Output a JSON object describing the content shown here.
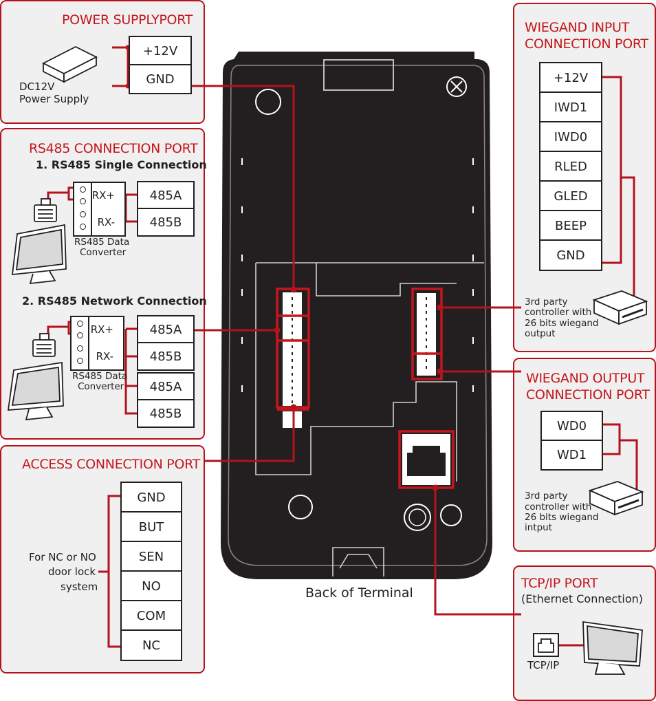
{
  "power": {
    "title": "POWER SUPPLYPORT",
    "supply_line1": "DC12V",
    "supply_line2": "Power Supply",
    "pins": [
      "+12V",
      "GND"
    ]
  },
  "rs485": {
    "title": "RS485 CONNECTION PORT",
    "single_title": "1. RS485 Single Connection",
    "network_title": "2. RS485 Network Connection",
    "rx_plus": "RX+",
    "rx_minus": "RX-",
    "converter_line1": "RS485 Data",
    "converter_line2": "Converter",
    "single_pins": [
      "485A",
      "485B"
    ],
    "network_pins": [
      "485A",
      "485B",
      "485A",
      "485B"
    ]
  },
  "access": {
    "title": "ACCESS CONNECTION PORT",
    "note_line1": "For NC or NO",
    "note_line2": "door lock",
    "note_line3": "system",
    "pins": [
      "GND",
      "BUT",
      "SEN",
      "NO",
      "COM",
      "NC"
    ]
  },
  "wiegand_in": {
    "title_line1": "WIEGAND INPUT",
    "title_line2": "CONNECTION PORT",
    "pins": [
      "+12V",
      "IWD1",
      "IWD0",
      "RLED",
      "GLED",
      "BEEP",
      "GND"
    ],
    "controller_line1": "3rd party",
    "controller_line2": "controller with",
    "controller_line3": "26 bits wiegand",
    "controller_line4": "output"
  },
  "wiegand_out": {
    "title_line1": "WIEGAND OUTPUT",
    "title_line2": "CONNECTION PORT",
    "pins": [
      "WD0",
      "WD1"
    ],
    "controller_line1": "3rd party",
    "controller_line2": "controller with",
    "controller_line3": "26 bits wiegand",
    "controller_line4": "intput"
  },
  "tcpip": {
    "title": "TCP/IP PORT",
    "subtitle": "(Ethernet Connection)",
    "jack_label": "TCP/IP"
  },
  "terminal": {
    "caption": "Back of Terminal"
  },
  "colors": {
    "accent": "#c4161c",
    "panel_border": "#b5121b",
    "panel_bg": "#f0f0f0",
    "terminal_body": "#231f20",
    "ink": "#231f20"
  }
}
